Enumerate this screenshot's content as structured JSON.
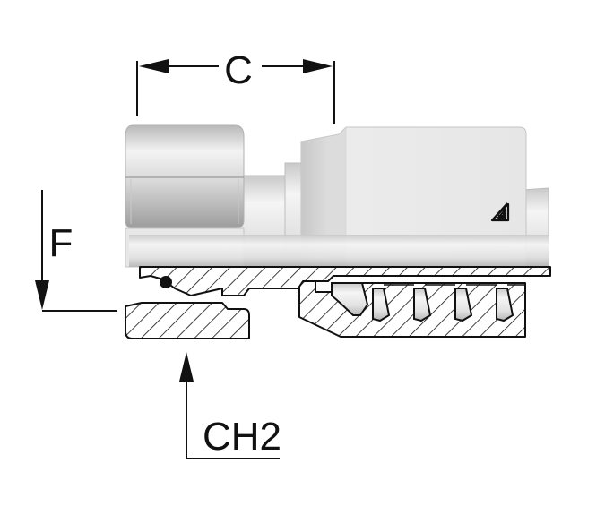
{
  "diagram": {
    "labels": {
      "c": "C",
      "f": "F",
      "ch2": "CH2"
    },
    "logo_icon": "brand-triangle-icon",
    "colors": {
      "line": "#111111",
      "metal_light": "#eeeeee",
      "metal_mid": "#d2d2d2",
      "metal_dark": "#a9a9a9",
      "hatch": "#111111"
    }
  }
}
